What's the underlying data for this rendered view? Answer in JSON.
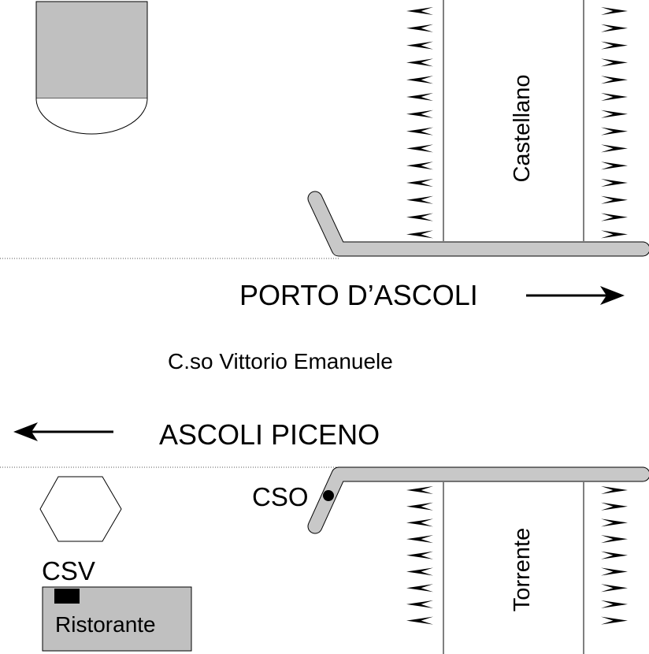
{
  "labels": {
    "north_stream": "Castellano",
    "south_stream": "Torrente",
    "east_direction": "PORTO  D’ASCOLI",
    "road_name": "C.so  Vittorio  Emanuele",
    "west_direction": "ASCOLI PICENO",
    "cso_marker": "CSO",
    "csv_marker": "CSV",
    "restaurant": "Ristorante"
  },
  "colors": {
    "building_fill": "#c0c0c0",
    "kerb_fill": "#c8c8c8",
    "outline": "#000000",
    "background": "#ffffff"
  },
  "icons": {
    "east_arrow": "arrow-right",
    "west_arrow": "arrow-left",
    "cso_point": "filled-circle",
    "csv_point": "filled-rectangle",
    "reed_marks": "marsh-tick"
  }
}
